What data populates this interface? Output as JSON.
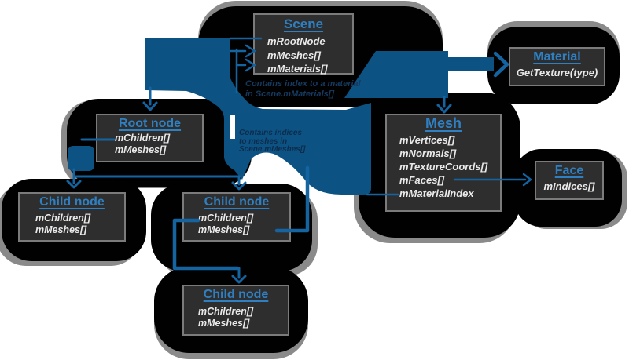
{
  "boxes": {
    "scene": {
      "title": "Scene",
      "fields": [
        "mRootNode",
        "mMeshes[]",
        "mMaterials[]"
      ]
    },
    "material": {
      "title": "Material",
      "fields": [
        "GetTexture(type)"
      ]
    },
    "mesh": {
      "title": "Mesh",
      "fields": [
        "mVertices[]",
        "mNormals[]",
        "mTextureCoords[]",
        "mFaces[]",
        "mMaterialIndex"
      ]
    },
    "face": {
      "title": "Face",
      "fields": [
        "mIndices[]"
      ]
    },
    "root": {
      "title": "Root node",
      "fields": [
        "mChildren[]",
        "mMeshes[]"
      ]
    },
    "child1": {
      "title": "Child node",
      "fields": [
        "mChildren[]",
        "mMeshes[]"
      ]
    },
    "child2": {
      "title": "Child node",
      "fields": [
        "mChildren[]",
        "mMeshes[]"
      ]
    },
    "child3": {
      "title": "Child node",
      "fields": [
        "mChildren[]",
        "mMeshes[]"
      ]
    }
  },
  "annotations": {
    "material_note_line1": "Contains index to a material",
    "material_note_line2": "in Scene.mMaterials[]",
    "mesh_note_line1": "Contains indices",
    "mesh_note_line2": "to meshes in",
    "mesh_note_line3": "Scene.mMeshes[]"
  },
  "colors": {
    "background": "#ffffff",
    "blob_black": "#010101",
    "blob_shadow_gray": "#8a8a8a",
    "box_background": "#2e2e2e",
    "box_border": "#7b7b7b",
    "title_blue": "#2f80c2",
    "field_text": "#e9e9e9",
    "arrow_fill_blue": "#0c5384",
    "line_blue": "#1464a2",
    "annotation_navy": "#16395f"
  }
}
